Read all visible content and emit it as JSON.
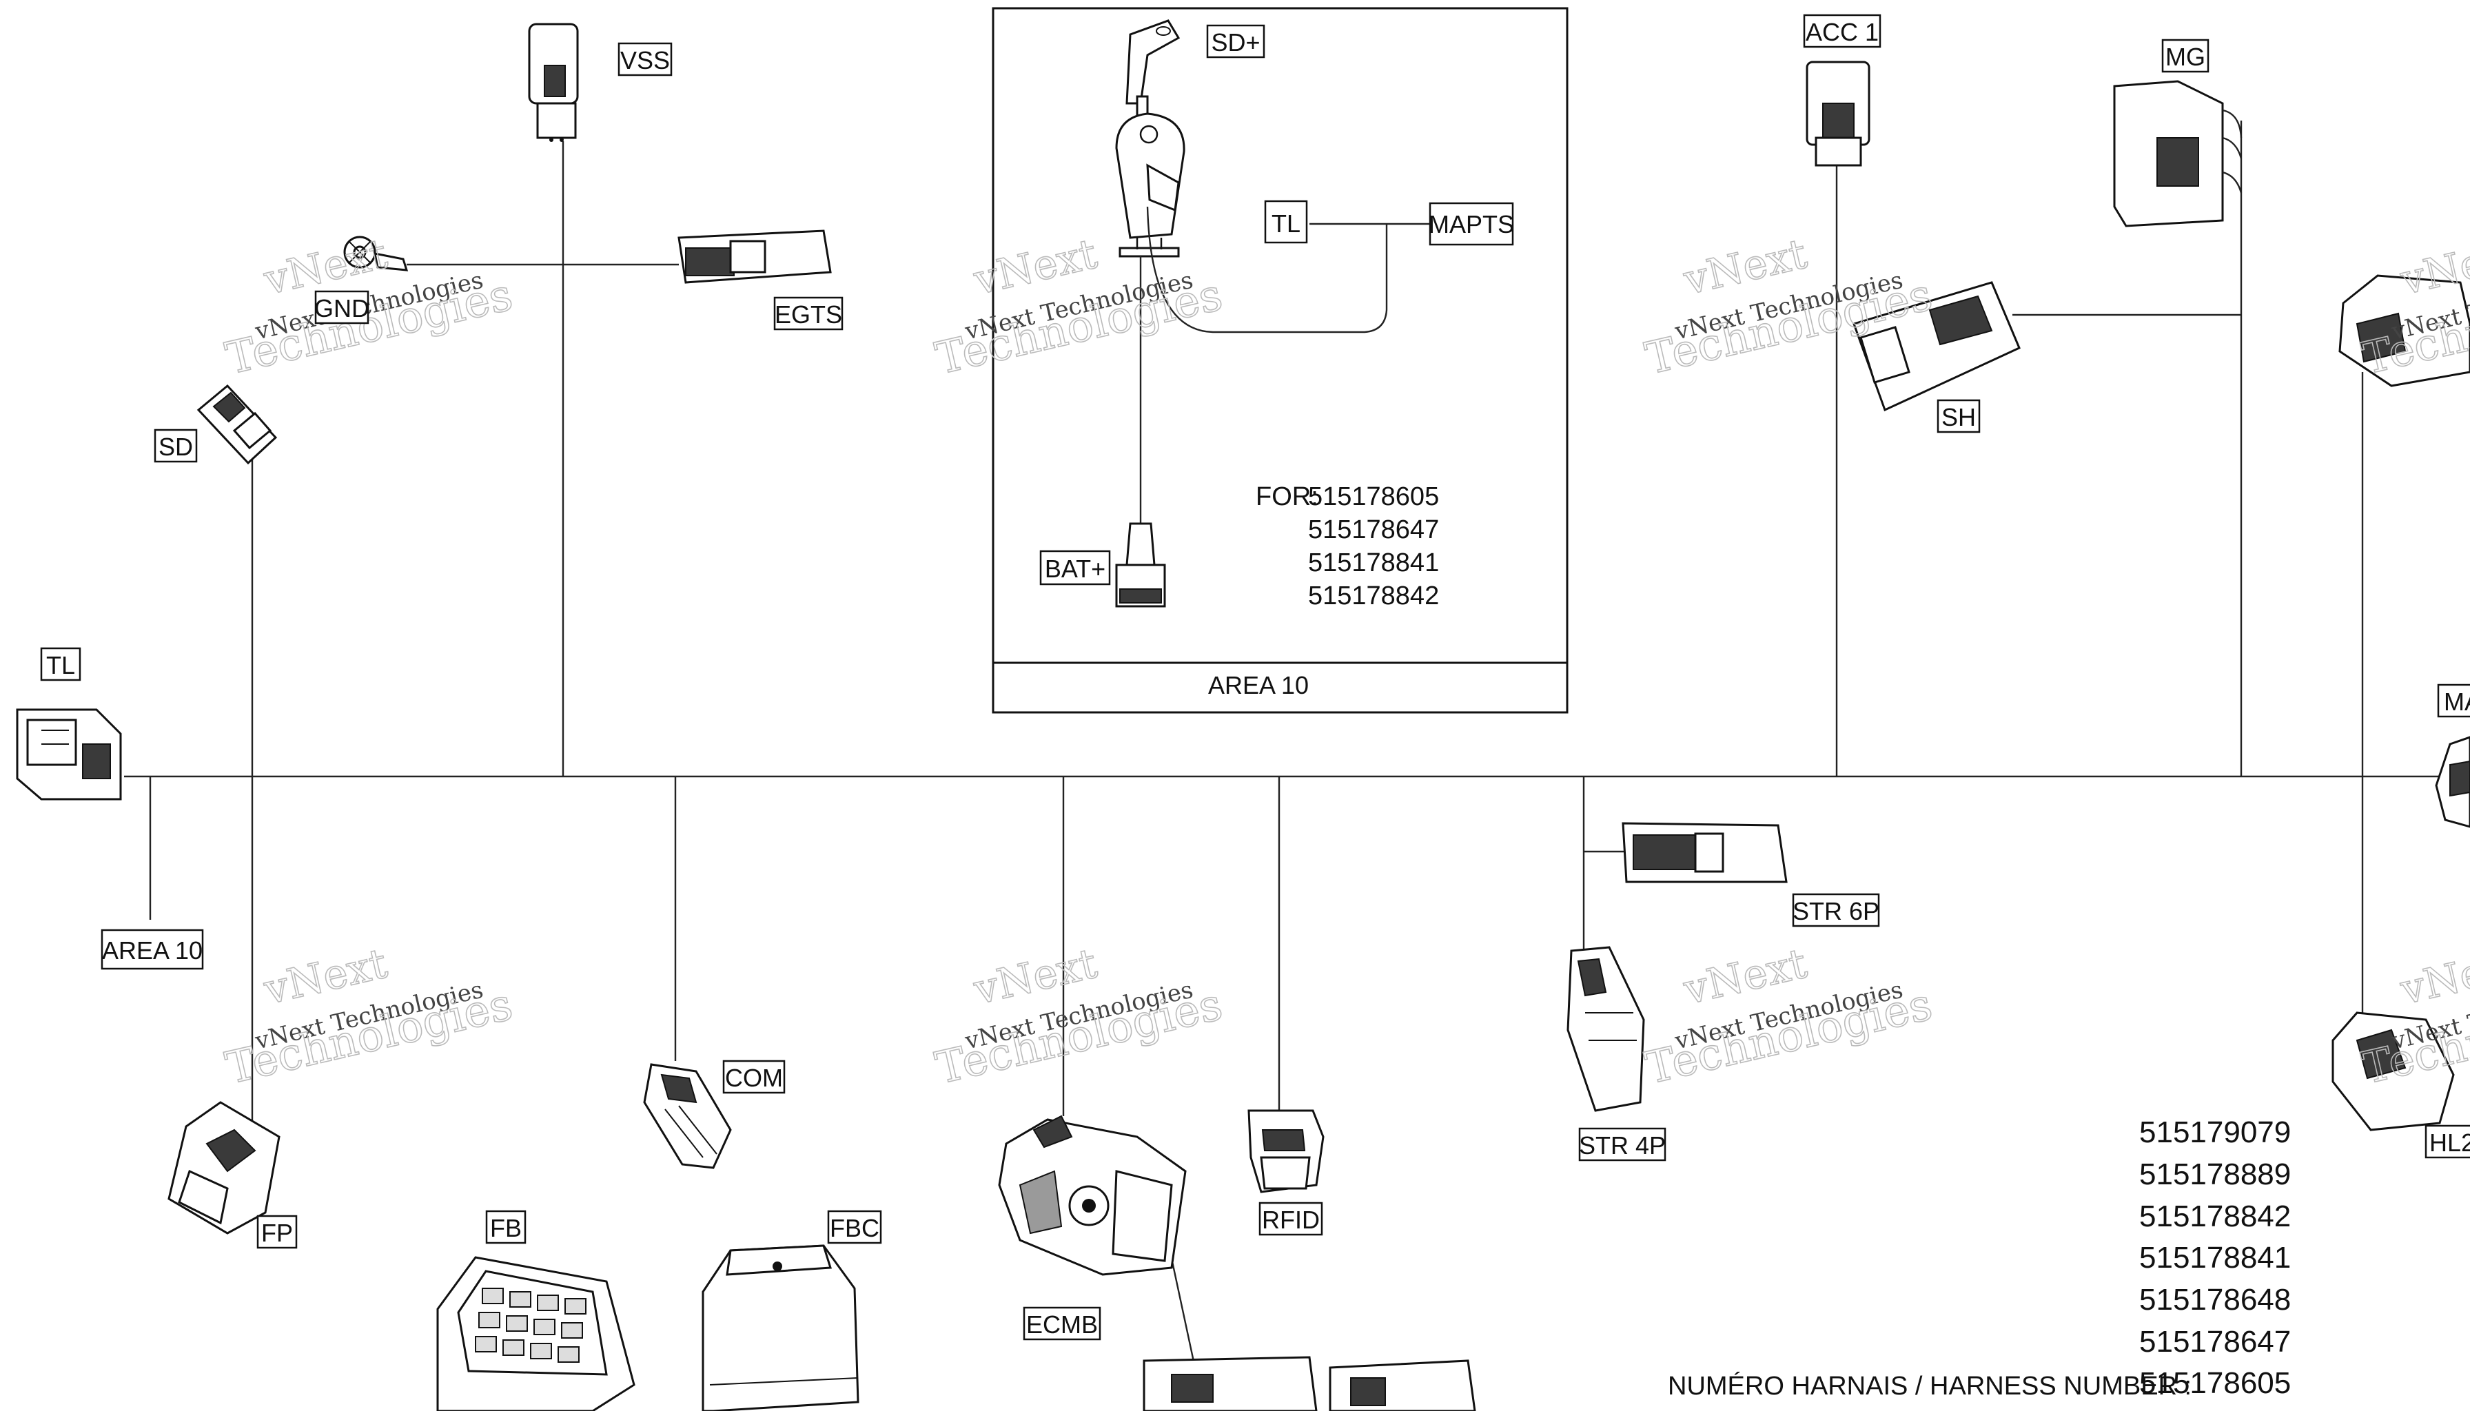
{
  "labels": {
    "vss": "VSS",
    "egts": "EGTS",
    "gnd": "GND",
    "sd": "SD",
    "tl_left": "TL",
    "area10_left": "AREA 10",
    "fp": "FP",
    "com": "COM",
    "fb": "FB",
    "fbc": "FBC",
    "ecmb": "ECMB",
    "rfid": "RFID",
    "str4p": "STR 4P",
    "str6p": "STR 6P",
    "sh": "SH",
    "acc1": "ACC 1",
    "mg": "MG",
    "ma": "MA",
    "hl2": "HL2"
  },
  "inset": {
    "sd_plus": "SD+",
    "tl": "TL",
    "mapts": "MAPTS",
    "bat_plus": "BAT+",
    "for_label": "FOR:",
    "for_numbers": [
      "515178605",
      "515178647",
      "515178841",
      "515178842"
    ],
    "area": "AREA 10"
  },
  "watermark": {
    "line1": "vNext",
    "line2": "vNext Technologies",
    "line3": "Technologies"
  },
  "harness": {
    "caption": "NUMÉRO HARNAIS / HARNESS NUMBER :",
    "numbers": [
      "515179079",
      "515178889",
      "515178842",
      "515178841",
      "515178648",
      "515178647",
      "515178605"
    ]
  }
}
